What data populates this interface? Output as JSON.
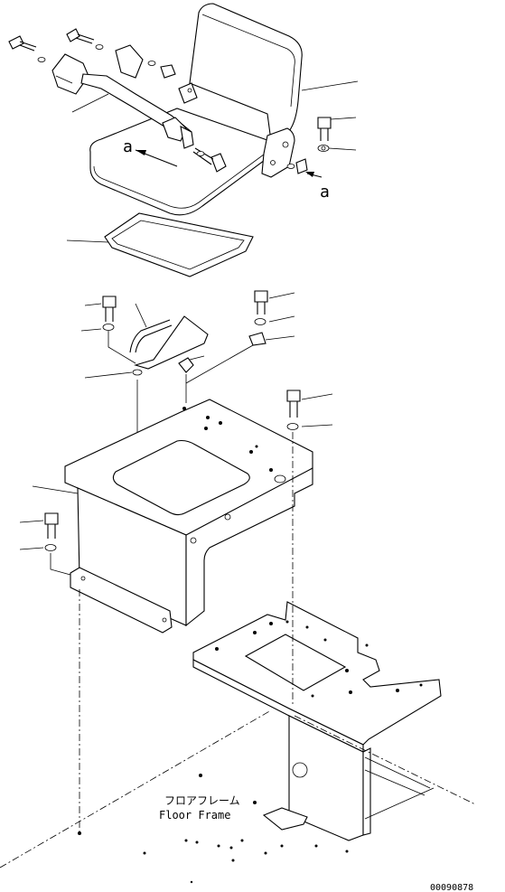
{
  "diagram": {
    "view_arrow_label_left": "a",
    "view_arrow_label_right": "a",
    "floor_frame_label_jp": "フロアフレーム",
    "floor_frame_label_en": "Floor Frame",
    "drawing_number": "00090878"
  }
}
